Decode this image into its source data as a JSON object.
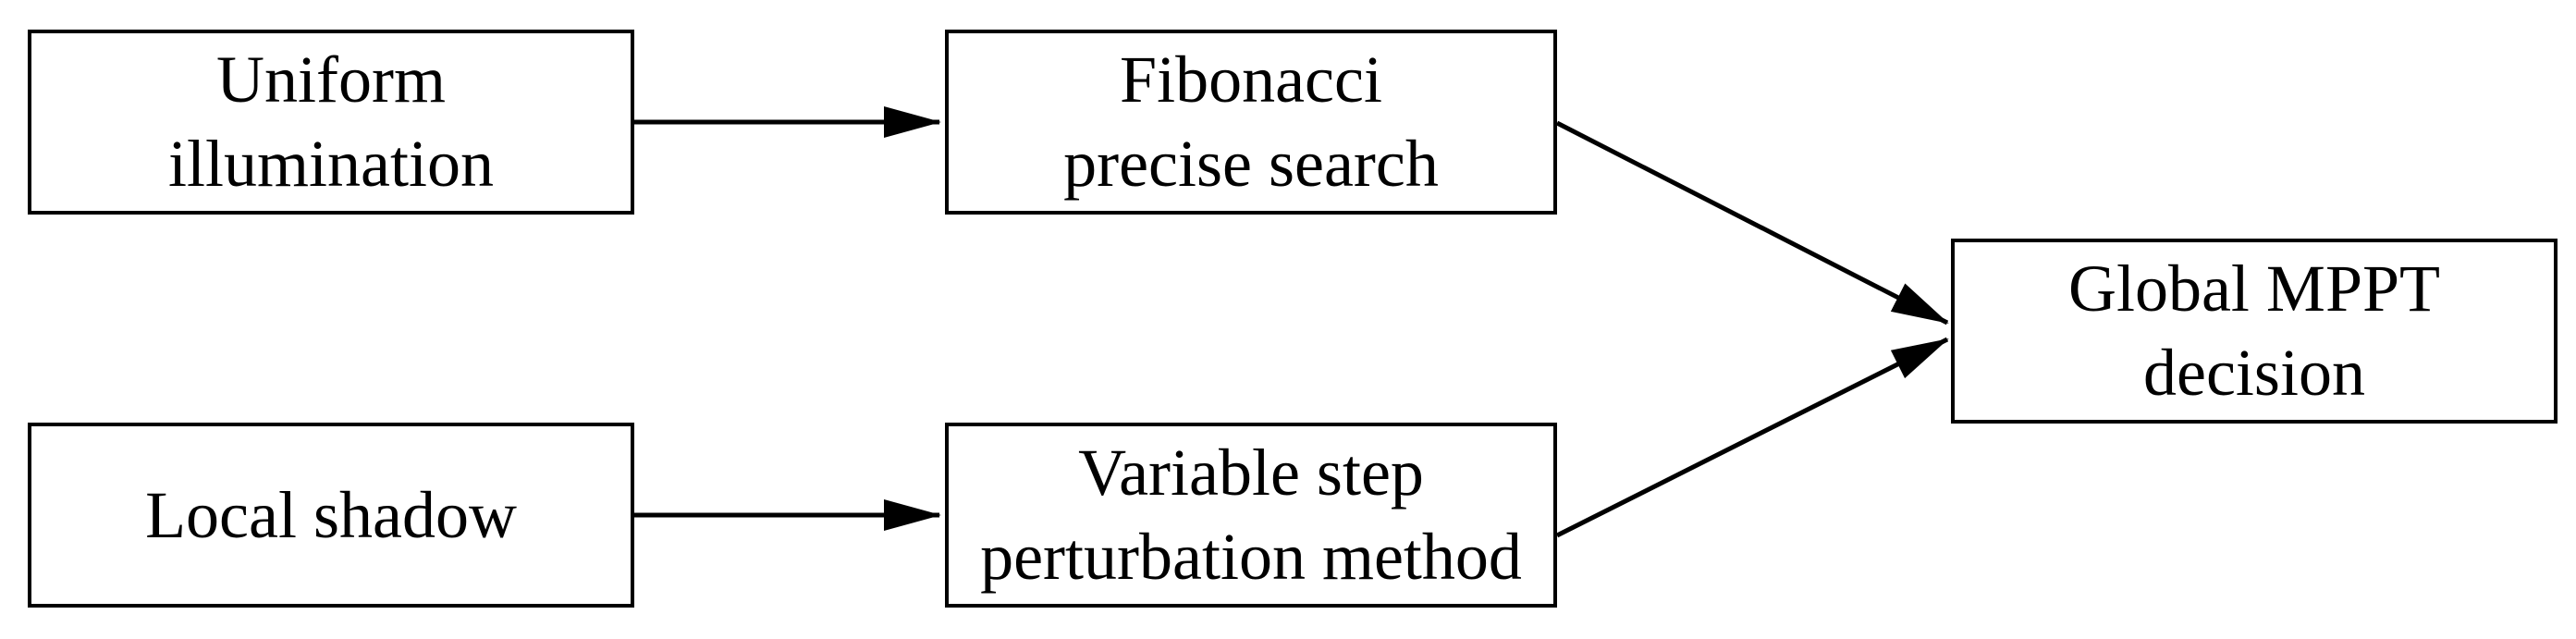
{
  "diagram": {
    "type": "flowchart",
    "colors": {
      "background": "#ffffff",
      "line": "#000000",
      "text": "#000000"
    },
    "nodes": [
      {
        "id": "uniform-illumination",
        "lines": [
          "Uniform",
          "illumination"
        ]
      },
      {
        "id": "fibonacci-precise-search",
        "lines": [
          "Fibonacci",
          "precise search"
        ]
      },
      {
        "id": "local-shadow",
        "lines": [
          "Local shadow"
        ]
      },
      {
        "id": "variable-step-perturbation-method",
        "lines": [
          "Variable step",
          "perturbation method"
        ]
      },
      {
        "id": "global-mppt-decision",
        "lines": [
          "Global MPPT",
          "decision"
        ]
      }
    ],
    "edges": [
      {
        "from": "uniform-illumination",
        "to": "fibonacci-precise-search"
      },
      {
        "from": "local-shadow",
        "to": "variable-step-perturbation-method"
      },
      {
        "from": "fibonacci-precise-search",
        "to": "global-mppt-decision"
      },
      {
        "from": "variable-step-perturbation-method",
        "to": "global-mppt-decision"
      }
    ]
  }
}
